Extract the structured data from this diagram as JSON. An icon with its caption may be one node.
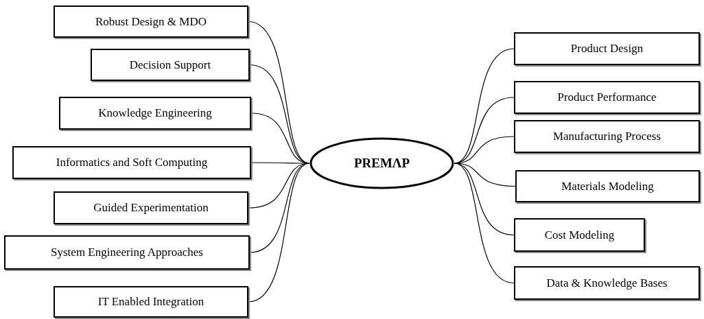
{
  "diagram": {
    "nodes": [
      {
        "text": [
          "PREMΛP"
        ]
      },
      {
        "text": [
          "Robust Design & MDO"
        ]
      },
      {
        "text": [
          "Decision Support"
        ]
      },
      {
        "text": [
          "Knowledge Engineering"
        ]
      },
      {
        "text": [
          "Informatics and Soft Computing"
        ]
      },
      {
        "text": [
          "Guided Experimentation"
        ]
      },
      {
        "text": [
          "System Engineering Approaches"
        ]
      },
      {
        "text": [
          "IT Enabled Integration"
        ]
      },
      {
        "text": [
          "Product Design"
        ]
      },
      {
        "text": [
          "Product Performance"
        ]
      },
      {
        "text": [
          "Manufacturing Process"
        ]
      },
      {
        "text": [
          "Materials Modeling"
        ]
      },
      {
        "text": [
          "Cost Modeling"
        ]
      },
      {
        "text": [
          "Data & Knowledge Bases"
        ]
      }
    ],
    "edges": [
      {
        "from": 0,
        "to": 1,
        "arrow": "none"
      },
      {
        "from": 0,
        "to": 2,
        "arrow": "none"
      },
      {
        "from": 0,
        "to": 3,
        "arrow": "none"
      },
      {
        "from": 0,
        "to": 4,
        "arrow": "none"
      },
      {
        "from": 0,
        "to": 5,
        "arrow": "none"
      },
      {
        "from": 0,
        "to": 6,
        "arrow": "none"
      },
      {
        "from": 0,
        "to": 7,
        "arrow": "none"
      },
      {
        "from": 0,
        "to": 8,
        "arrow": "none"
      },
      {
        "from": 0,
        "to": 9,
        "arrow": "none"
      },
      {
        "from": 0,
        "to": 10,
        "arrow": "none"
      },
      {
        "from": 0,
        "to": 11,
        "arrow": "none"
      },
      {
        "from": 0,
        "to": 12,
        "arrow": "none"
      },
      {
        "from": 0,
        "to": 13,
        "arrow": "none"
      }
    ]
  }
}
